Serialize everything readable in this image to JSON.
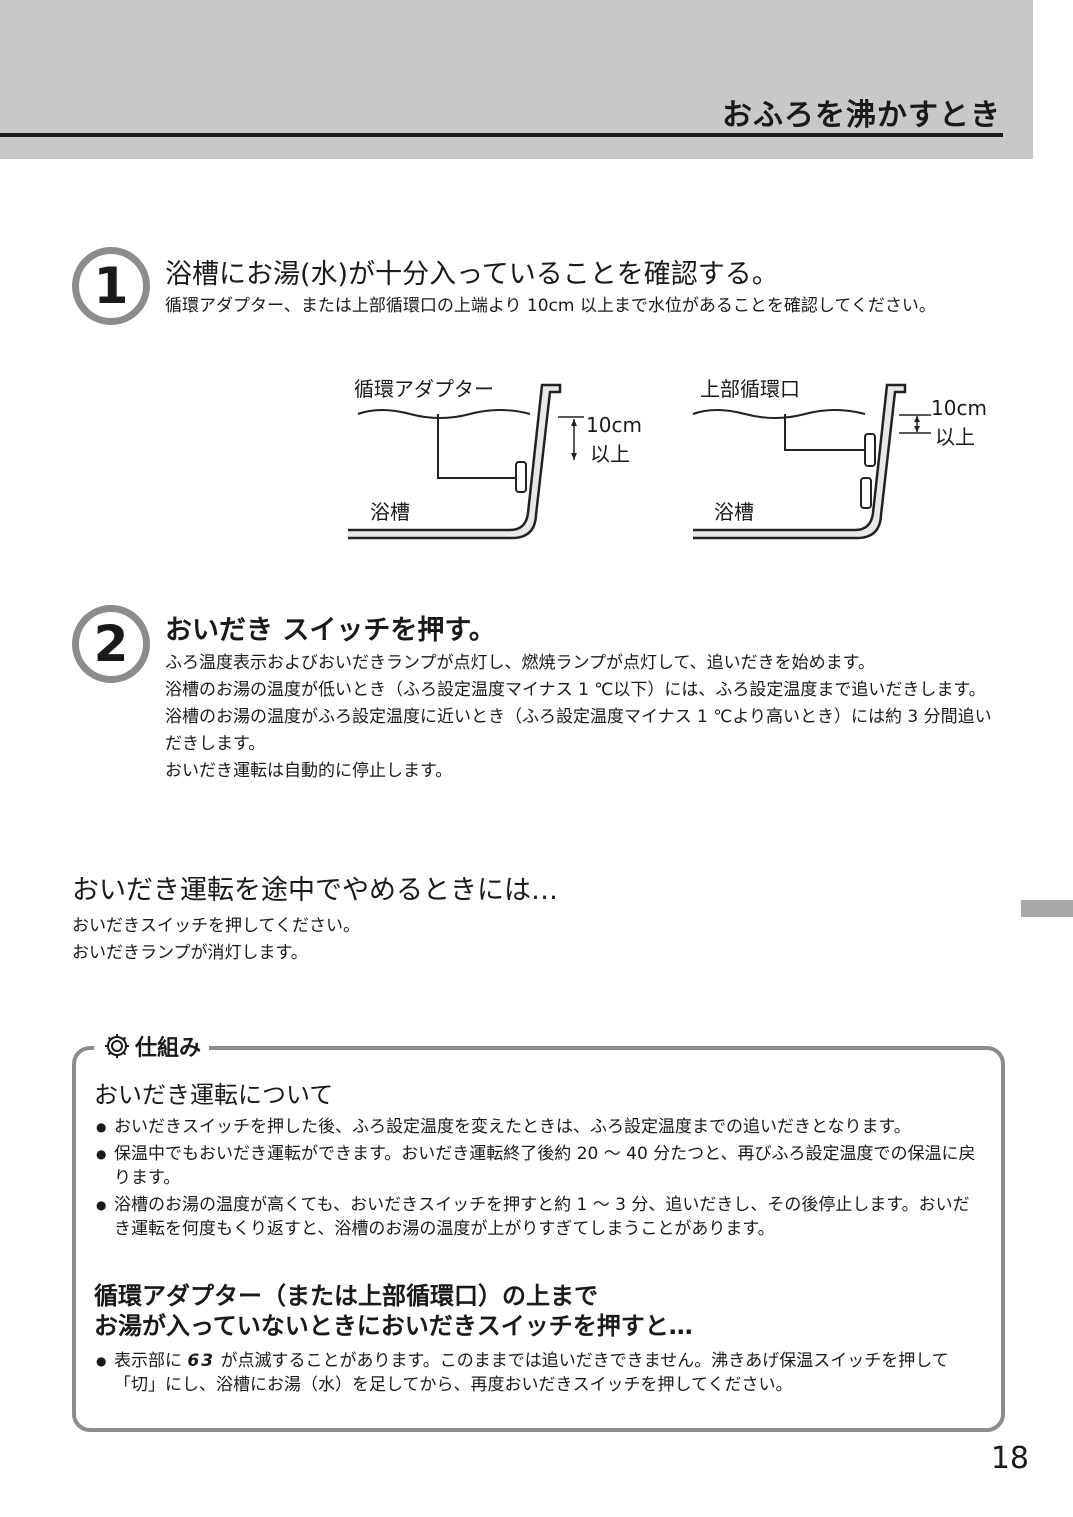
{
  "header": {
    "title": "おふろを沸かすとき"
  },
  "step1": {
    "number": "1",
    "title": "浴槽にお湯(水)が十分入っていることを確認する。",
    "desc": "循環アダプター、または上部循環口の上端より 10cm 以上まで水位があることを確認してください。"
  },
  "diagram_left": {
    "fixture": "循環アダプター",
    "tub": "浴槽",
    "measure1": "10cm",
    "measure2": "以上"
  },
  "diagram_right": {
    "fixture": "上部循環口",
    "tub": "浴槽",
    "measure1": "10cm",
    "measure2": "以上"
  },
  "step2": {
    "number": "2",
    "title": "おいだき スイッチを押す。",
    "paragraphs": [
      "ふろ温度表示およびおいだきランプが点灯し、燃焼ランプが点灯して、追いだきを始めます。",
      "浴槽のお湯の温度が低いとき（ふろ設定温度マイナス 1 ℃以下）には、ふろ設定温度まで追いだきします。",
      "浴槽のお湯の温度がふろ設定温度に近いとき（ふろ設定温度マイナス 1 ℃より高いとき）には約 3 分間追いだきします。",
      "おいだき運転は自動的に停止します。"
    ]
  },
  "stop_section": {
    "heading": "おいだき運転を途中でやめるときには…",
    "lines": [
      "おいだきスイッチを押してください。",
      "おいだきランプが消灯します。"
    ]
  },
  "mechanism": {
    "label": "仕組み",
    "icon": "gear-icon",
    "heading1": "おいだき運転について",
    "bullets1": [
      "おいだきスイッチを押した後、ふろ設定温度を変えたときは、ふろ設定温度までの追いだきとなります。",
      "保温中でもおいだき運転ができます。おいだき運転終了後約 20 〜 40 分たつと、再びふろ設定温度での保温に戻ります。",
      "浴槽のお湯の温度が高くても、おいだきスイッチを押すと約 1 〜 3 分、追いだきし、その後停止します。おいだき運転を何度もくり返すと、浴槽のお湯の温度が上がりすぎてしまうことがあります。"
    ],
    "heading2_line1": "循環アダプター（または上部循環口）の上まで",
    "heading2_line2": "お湯が入っていないときにおいだきスイッチを押すと…",
    "bullet2": {
      "before": "表示部に ",
      "code": "63",
      "after": " が点滅することがあります。このままでは追いだきできません。沸きあげ保温スイッチを押して「切」にし、浴槽にお湯（水）を足してから、再度おいだきスイッチを押してください。"
    }
  },
  "page_number": "18"
}
